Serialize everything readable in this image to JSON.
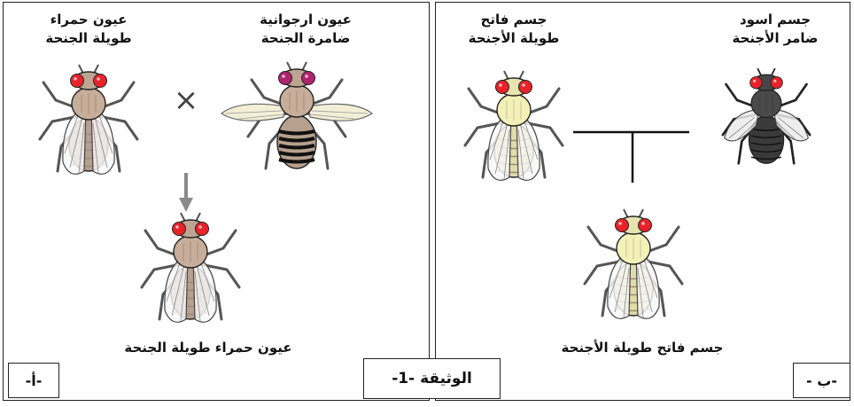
{
  "panel_a": {
    "parent_left": {
      "line1": "عيون حمراء",
      "line2": "طويلة الجنحة",
      "fly": {
        "eye_color": "#e8232b",
        "body_color": "#c7ae9a",
        "abdomen": "pale"
      }
    },
    "parent_right": {
      "line1": "عيون ارجوانية",
      "line2": "ضامرة الجنحة",
      "fly": {
        "eye_color": "#b0246e",
        "body_color": "#c7ae9a",
        "abdomen": "striped"
      }
    },
    "cross_symbol": "×",
    "offspring": {
      "label": "عيون حمراء طويلة الجنحة",
      "fly": {
        "eye_color": "#e8232b",
        "body_color": "#c7ae9a",
        "abdomen": "pale"
      }
    },
    "tag": "-أ-"
  },
  "panel_b": {
    "parent_left": {
      "line1": "جسم فاتح",
      "line2": "طويلة الأجنحة",
      "fly": {
        "eye_color": "#e8232b",
        "body_color": "#f3f0b8",
        "abdomen": "pale"
      }
    },
    "parent_right": {
      "line1": "جسم اسود",
      "line2": "ضامر الأجنحة",
      "fly": {
        "eye_color": "#e8232b",
        "body_color": "#4a4a4a",
        "abdomen": "dark"
      }
    },
    "offspring": {
      "label": "جسم فاتح طويلة الأجنحة",
      "fly": {
        "eye_color": "#e8232b",
        "body_color": "#f3f0b8",
        "abdomen": "pale"
      }
    },
    "tag": "-ب -"
  },
  "document_title": "الوثيقة -1-"
}
